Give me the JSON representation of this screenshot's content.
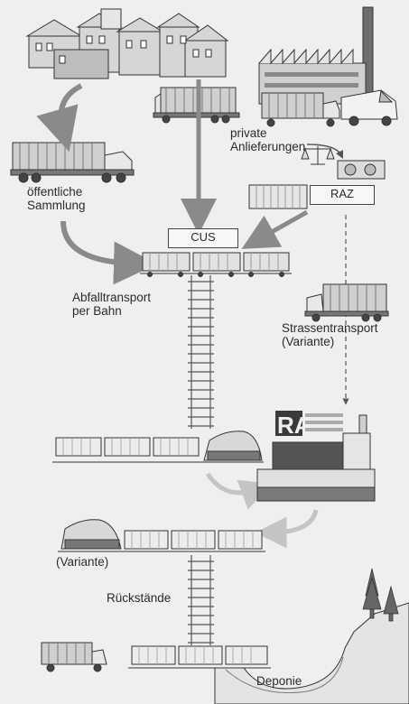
{
  "labels": {
    "private": "private",
    "anlieferungen": "Anlieferungen",
    "oeffentliche": "öffentliche",
    "sammlung": "Sammlung",
    "raz": "RAZ",
    "cus": "CUS",
    "abfalltransport": "Abfalltransport",
    "per_bahn": "per Bahn",
    "strassentransport": "Strassentransport",
    "variante_road": "(Variante)",
    "variante_train": "(Variante)",
    "rueckstaende": "Rückstände",
    "deponie": "Deponie",
    "logo_text": "RA"
  },
  "colors": {
    "background": "#efefef",
    "line": "#333333",
    "gray_arrow": "#8a8a8a",
    "light_arrow": "#c4c4c4"
  }
}
